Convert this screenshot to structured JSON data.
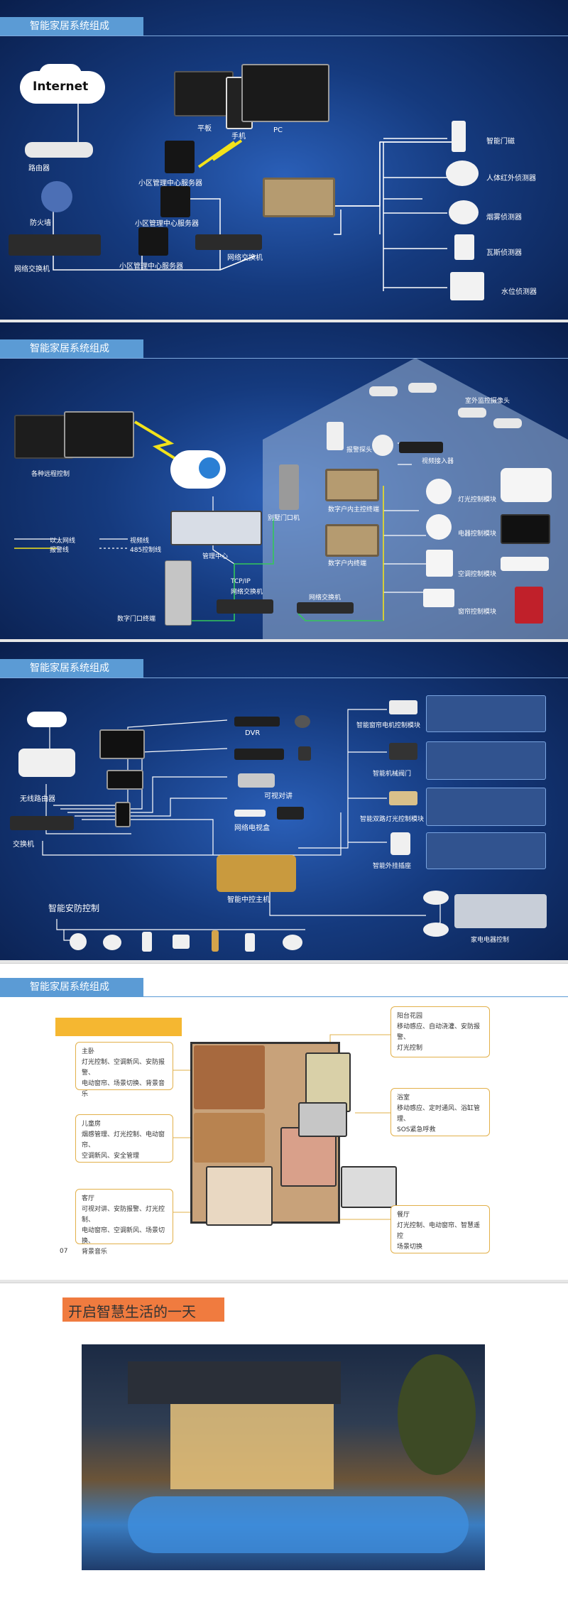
{
  "section_title": "智能家居系统组成",
  "slide1": {
    "labels": {
      "internet": "Internet",
      "router": "路由器",
      "firewall": "防火墙",
      "switch1": "网络交换机",
      "tablet": "平板",
      "phone": "手机",
      "pc": "PC",
      "server1": "小区管理中心服务器",
      "server2": "小区管理中心服务器",
      "server3": "小区管理中心服务器",
      "switch2": "网络交换机",
      "door_sensor": "智能门磁",
      "ir_detector": "人体红外侦测器",
      "smoke_detector": "烟雾侦测器",
      "gas_detector": "瓦斯侦测器",
      "water_detector": "水位侦测器"
    }
  },
  "slide2": {
    "labels": {
      "remote": "各种远程控制",
      "legend_ethernet": "以太网线",
      "legend_video": "视频线",
      "legend_alarm": "报警线",
      "legend_485": "485控制线",
      "mgmt": "管理中心",
      "tcpip": "TCP/IP",
      "tcpip2": "网络交换机",
      "door_unit": "数字门口终端",
      "villa_door": "别墅门口机",
      "indoor1": "数字户内主控终端",
      "indoor2": "数字户内终端",
      "switch": "网络交换机",
      "alarm_probe": "报警探头",
      "video_recorder": "视频接入器",
      "outdoor_cam": "室外监控摄像头",
      "light_ctrl": "灯光控制模块",
      "motor_ctrl": "电器控制模块",
      "ac_ctrl": "空调控制模块",
      "curtain_ctrl": "窗帘控制模块"
    }
  },
  "slide3": {
    "labels": {
      "wireless_router": "无线路由器",
      "switch": "交换机",
      "dvr": "DVR",
      "intercom": "可视对讲",
      "net_tv": "网络电视盒",
      "host": "智能中控主机",
      "security": "智能安防控制",
      "curtain": "智能窗帘电机控制模块",
      "valve": "智能机械阀门",
      "dimmer": "智能双路灯光控制模块",
      "socket": "智能外挂插座",
      "appliances": "家电电器控制"
    }
  },
  "slide4": {
    "page_no": "07",
    "rooms": [
      {
        "name": "主卧",
        "lines": [
          "灯光控制、空调新风、安防报警、",
          "电动窗帘、场景切换、背景音乐"
        ]
      },
      {
        "name": "儿童房",
        "lines": [
          "烟感管理、灯光控制、电动窗帘、",
          "空调新风、安全管理"
        ]
      },
      {
        "name": "客厅",
        "lines": [
          "可视对讲、安防报警、灯光控制、",
          "电动窗帘、空调新风、场景切换、",
          "背景音乐"
        ]
      },
      {
        "name": "阳台花园",
        "lines": [
          "移动感应、自动浇灌、安防报警、",
          "灯光控制"
        ]
      },
      {
        "name": "浴室",
        "lines": [
          "移动感应、定时通风、浴缸管理、",
          "SOS紧急呼救"
        ]
      },
      {
        "name": "餐厅",
        "lines": [
          "灯光控制、电动窗帘、智慧遥控",
          "场景切换"
        ]
      }
    ]
  },
  "slide5": {
    "title": "开启智慧生活的一天"
  }
}
